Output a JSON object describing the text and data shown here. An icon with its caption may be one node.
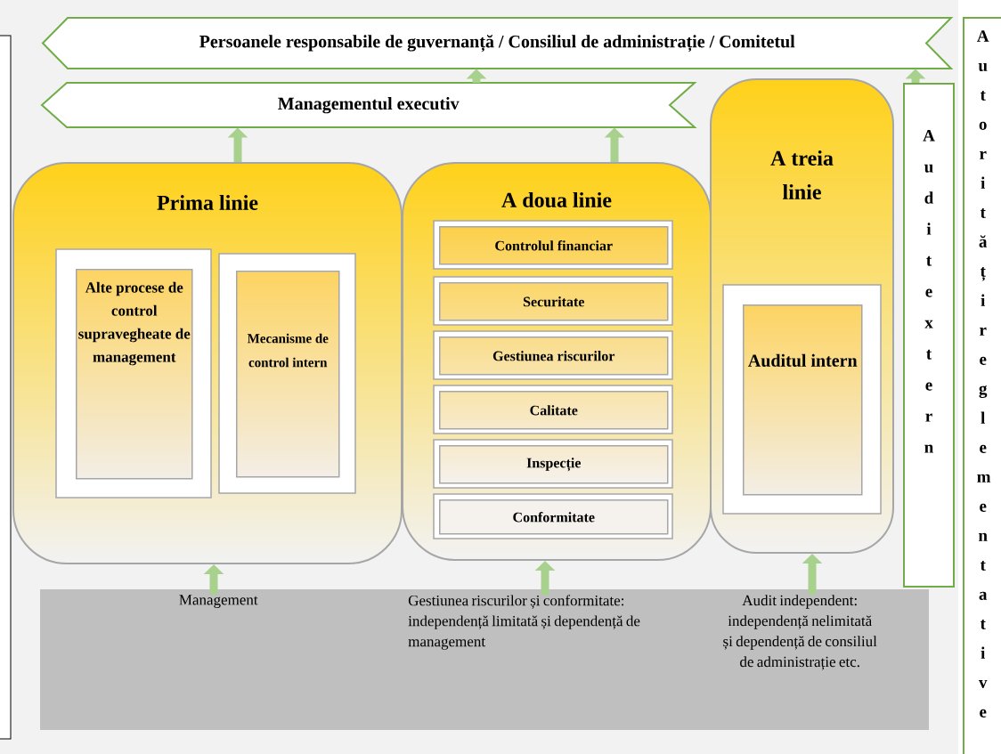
{
  "diagram": {
    "nodes": [
      {
        "text": [
          "Persoanele responsabile de guvernanță / Consiliul de administrație / Comitetul"
        ]
      },
      {
        "text": [
          "Managementul executiv"
        ]
      },
      {
        "text": [
          "Prima linie"
        ]
      },
      {
        "text": [
          "Alte procese de control supravegheate de management"
        ],
        "in": 2
      },
      {
        "text": [
          "Mecanisme de control intern"
        ],
        "in": 2
      },
      {
        "text": [
          "A doua linie"
        ]
      },
      {
        "text": [
          "Controlul financiar"
        ],
        "in": 5
      },
      {
        "text": [
          "Securitate"
        ],
        "in": 5
      },
      {
        "text": [
          "Gestiunea riscurilor"
        ],
        "in": 5
      },
      {
        "text": [
          "Calitate"
        ],
        "in": 5
      },
      {
        "text": [
          "Inspecție"
        ],
        "in": 5
      },
      {
        "text": [
          "Conformitate"
        ],
        "in": 5
      },
      {
        "text": [
          "A treia linie"
        ]
      },
      {
        "text": [
          "Auditul intern"
        ],
        "in": 12
      },
      {
        "text": [
          "Audit extern"
        ]
      },
      {
        "text": [
          "Autorități reglementative"
        ]
      },
      {
        "text": [
          "Management"
        ]
      },
      {
        "text": [
          "Gestiunea riscurilor și conformitate: independență limitată și dependență de management"
        ]
      },
      {
        "text": [
          "Audit independent: independență nelimitată și dependență de consiliul de administrație etc."
        ]
      }
    ],
    "edges": [
      {
        "from": 16,
        "to": 2,
        "arrow": "to"
      },
      {
        "from": 17,
        "to": 5,
        "arrow": "to"
      },
      {
        "from": 18,
        "to": 12,
        "arrow": "to"
      },
      {
        "from": 2,
        "to": 1,
        "arrow": "to"
      },
      {
        "from": 5,
        "to": 1,
        "arrow": "to"
      },
      {
        "from": 1,
        "to": 0,
        "arrow": "to"
      },
      {
        "from": 14,
        "to": 0,
        "arrow": "to"
      }
    ]
  }
}
